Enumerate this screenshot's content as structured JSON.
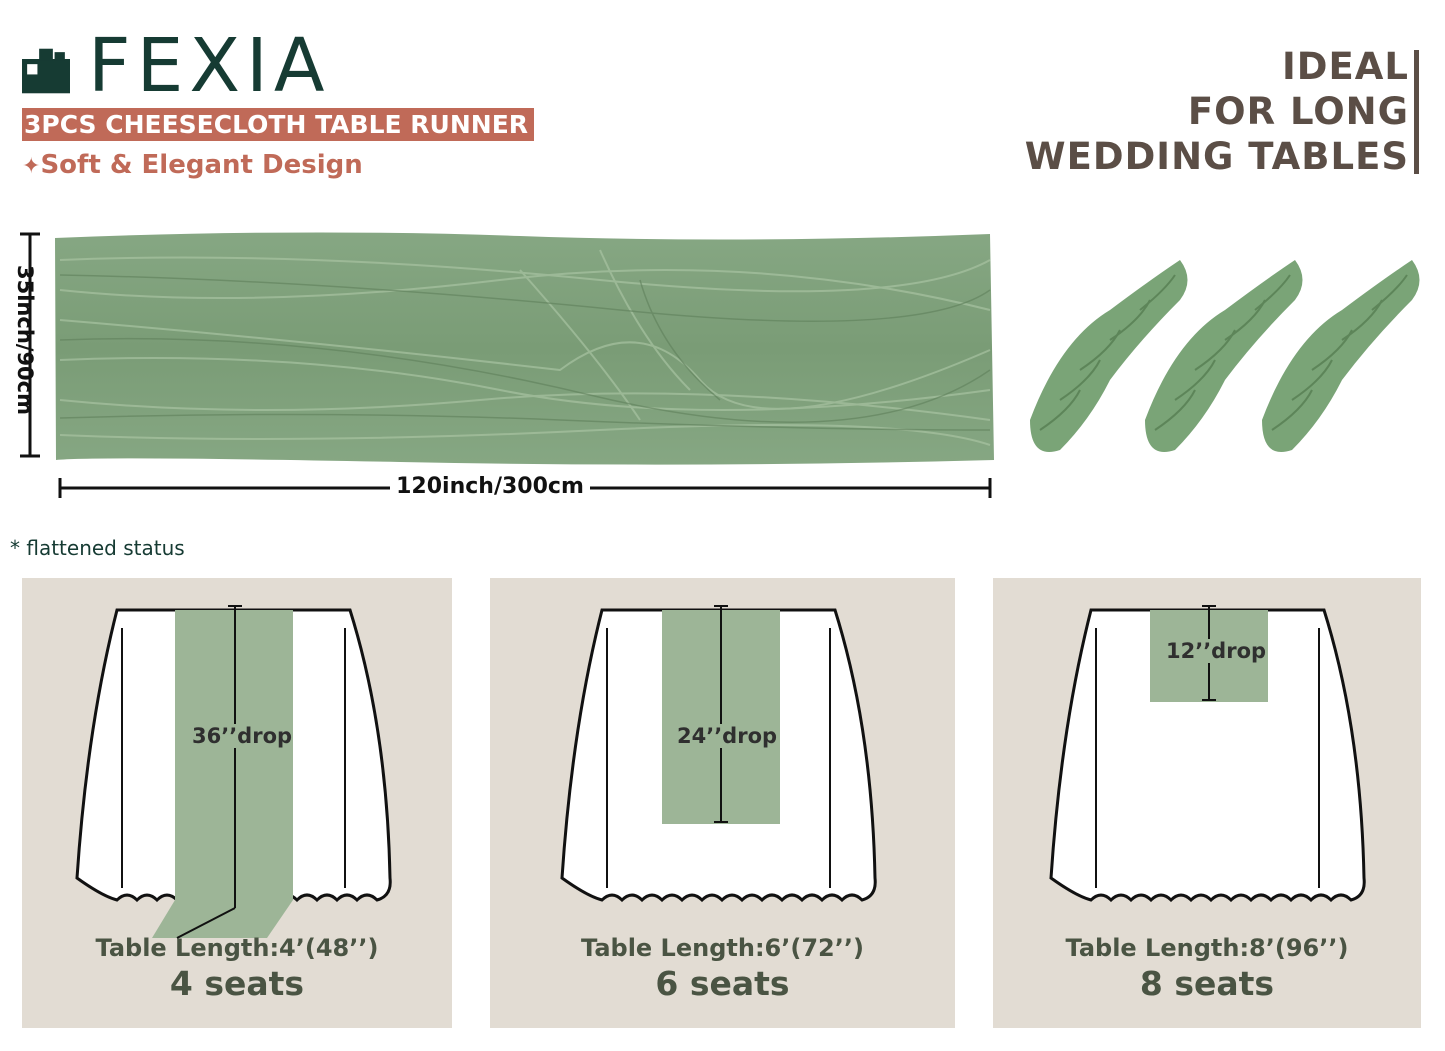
{
  "header": {
    "brand": "FEXIA",
    "product_title": "3PCS CHEESECLOTH TABLE RUNNER",
    "tagline_icon": "sparkle-icon",
    "tagline": "Soft & Elegant Design",
    "ideal_lines": [
      "IDEAL",
      "FOR LONG",
      "WEDDING TABLES"
    ]
  },
  "runner": {
    "height_dim": "35inch/90cm",
    "width_dim": "120inch/300cm",
    "note": "* flattened status",
    "color": "#7fa07a"
  },
  "tables": [
    {
      "drop": "36’’drop",
      "length": "Table Length:4’(48’’)",
      "seats": "4 seats"
    },
    {
      "drop": "24’’drop",
      "length": "Table Length:6’(72’’)",
      "seats": "6 seats"
    },
    {
      "drop": "12’’drop",
      "length": "Table Length:8’(96’’)",
      "seats": "8 seats"
    }
  ],
  "colors": {
    "brand": "#163b33",
    "accent": "#c06a58",
    "runner_green": "#9db597",
    "panel_bg": "#e2dcd3",
    "ideal_text": "#5b4e46"
  }
}
